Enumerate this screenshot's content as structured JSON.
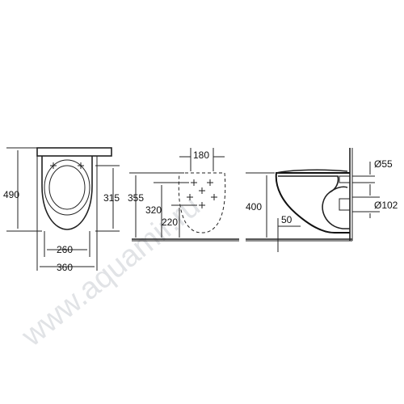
{
  "watermark": "www.aquamir.ru",
  "front_view": {
    "height_490": "490",
    "height_315": "315",
    "inner_width_260": "260",
    "outer_width_360": "360"
  },
  "rear_view": {
    "spacing_180": "180",
    "height_355": "355",
    "height_320": "320",
    "height_220": "220"
  },
  "side_view": {
    "height_400": "400",
    "height_50": "50",
    "diameter_55": "Ø55",
    "diameter_102": "Ø102"
  },
  "colors": {
    "line": "#222222",
    "watermark": "#c9cdd2"
  }
}
